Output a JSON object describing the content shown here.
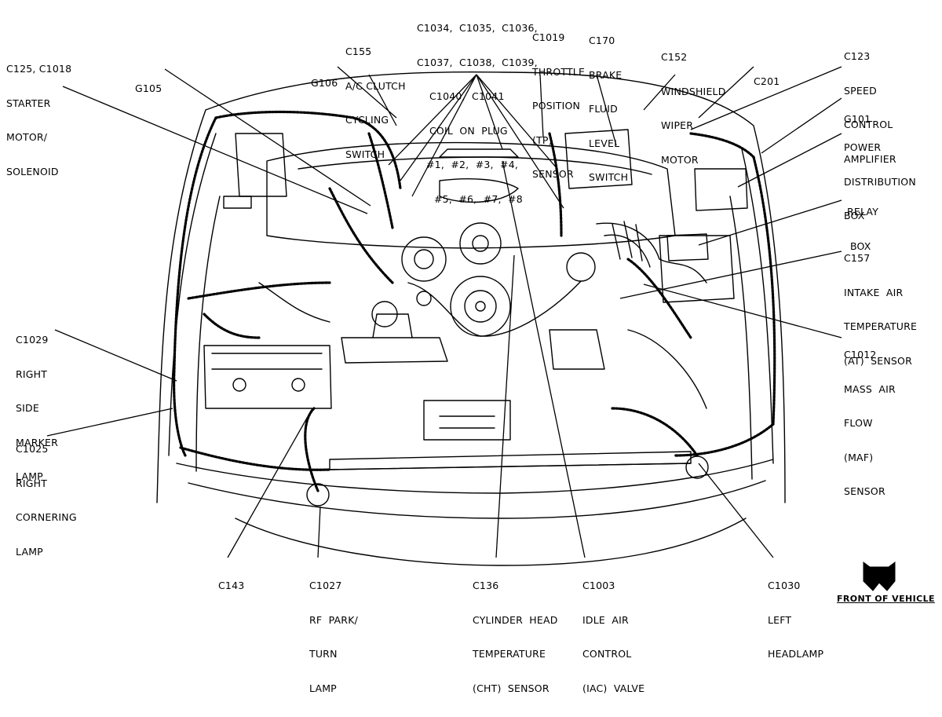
{
  "diagram": {
    "footer": "FRONT OF VEHICLE",
    "callouts": [
      {
        "id": "c125",
        "lines": [
          "C125, C1018",
          "STARTER",
          "MOTOR/",
          "SOLENOID"
        ]
      },
      {
        "id": "g105",
        "lines": [
          "G105"
        ]
      },
      {
        "id": "g106",
        "lines": [
          "G106"
        ]
      },
      {
        "id": "c155",
        "lines": [
          "C155",
          "A/C CLUTCH",
          "CYCLING",
          "SWITCH"
        ]
      },
      {
        "id": "coils",
        "lines": [
          "C1034,  C1035,  C1036,",
          "C1037,  C1038,  C1039,",
          "C1040,  C1041",
          "COIL  ON  PLUG",
          "#1,  #2,  #3,  #4,",
          "#5,  #6,  #7,  #8"
        ]
      },
      {
        "id": "c1019",
        "lines": [
          "C1019",
          "THROTTLE",
          "POSITION",
          "(TP)",
          "SENSOR"
        ]
      },
      {
        "id": "c170",
        "lines": [
          "C170",
          "BRAKE",
          "FLUID",
          "LEVEL",
          "SWITCH"
        ]
      },
      {
        "id": "c152",
        "lines": [
          "C152",
          "WINDSHIELD",
          "WIPER",
          "MOTOR"
        ]
      },
      {
        "id": "c201",
        "lines": [
          "C201"
        ]
      },
      {
        "id": "c123",
        "lines": [
          "C123",
          "SPEED",
          "CONTROL",
          "AMPLIFIER"
        ]
      },
      {
        "id": "g101",
        "lines": [
          "G101"
        ]
      },
      {
        "id": "pdb",
        "lines": [
          "POWER",
          "DISTRIBUTION",
          "BOX"
        ]
      },
      {
        "id": "relay",
        "lines": [
          "RELAY",
          "BOX"
        ]
      },
      {
        "id": "c157",
        "lines": [
          "C157",
          "INTAKE  AIR",
          "TEMPERATURE",
          "(AT)  SENSOR"
        ]
      },
      {
        "id": "c1012",
        "lines": [
          "C1012",
          "MASS  AIR",
          "FLOW",
          "(MAF)",
          "SENSOR"
        ]
      },
      {
        "id": "c1029",
        "lines": [
          "C1029",
          "RIGHT",
          "SIDE",
          "MARKER",
          "LAMP"
        ]
      },
      {
        "id": "c1025",
        "lines": [
          "C1025",
          "RIGHT",
          "CORNERING",
          "LAMP"
        ]
      },
      {
        "id": "c143",
        "lines": [
          "C143"
        ]
      },
      {
        "id": "c1027",
        "lines": [
          "C1027",
          "RF  PARK/",
          "TURN",
          "LAMP"
        ]
      },
      {
        "id": "c136",
        "lines": [
          "C136",
          "CYLINDER  HEAD",
          "TEMPERATURE",
          "(CHT)  SENSOR"
        ]
      },
      {
        "id": "c1003",
        "lines": [
          "C1003",
          "IDLE  AIR",
          "CONTROL",
          "(IAC)  VALVE"
        ]
      },
      {
        "id": "c1030",
        "lines": [
          "C1030",
          "LEFT",
          "HEADLAMP"
        ]
      }
    ]
  }
}
